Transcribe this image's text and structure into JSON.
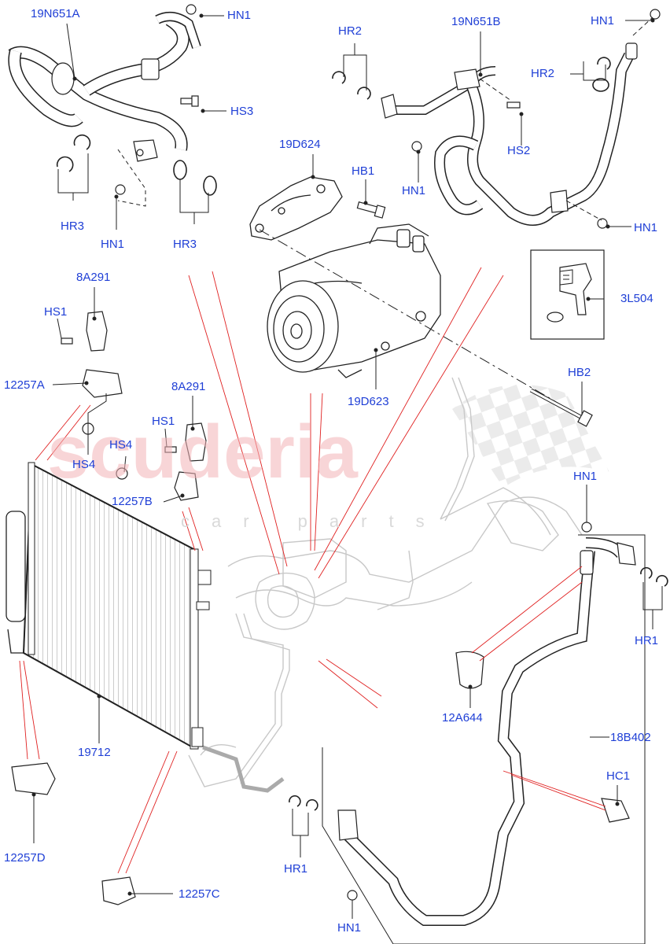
{
  "watermark": {
    "brand": "scuderia",
    "sub": "car parts"
  },
  "labels": {
    "l_19N651A": "19N651A",
    "l_HN1_a": "HN1",
    "l_HS3": "HS3",
    "l_HR3_a": "HR3",
    "l_HN1_b": "HN1",
    "l_HR3_b": "HR3",
    "l_HR2_a": "HR2",
    "l_19N651B": "19N651B",
    "l_HN1_c": "HN1",
    "l_HR2_b": "HR2",
    "l_HS2": "HS2",
    "l_HN1_d": "HN1",
    "l_HN1_e": "HN1",
    "l_19D624": "19D624",
    "l_HB1": "HB1",
    "l_3L504": "3L504",
    "l_8A291_a": "8A291",
    "l_HS1_a": "HS1",
    "l_12257A": "12257A",
    "l_19D623": "19D623",
    "l_HB2": "HB2",
    "l_8A291_b": "8A291",
    "l_HS1_b": "HS1",
    "l_HS4_a": "HS4",
    "l_HS4_b": "HS4",
    "l_12257B": "12257B",
    "l_HN1_f": "HN1",
    "l_HR1_a": "HR1",
    "l_12A644": "12A644",
    "l_19712": "19712",
    "l_18B402": "18B402",
    "l_HC1": "HC1",
    "l_12257D": "12257D",
    "l_HR1_b": "HR1",
    "l_HN1_g": "HN1",
    "l_12257C": "12257C"
  }
}
